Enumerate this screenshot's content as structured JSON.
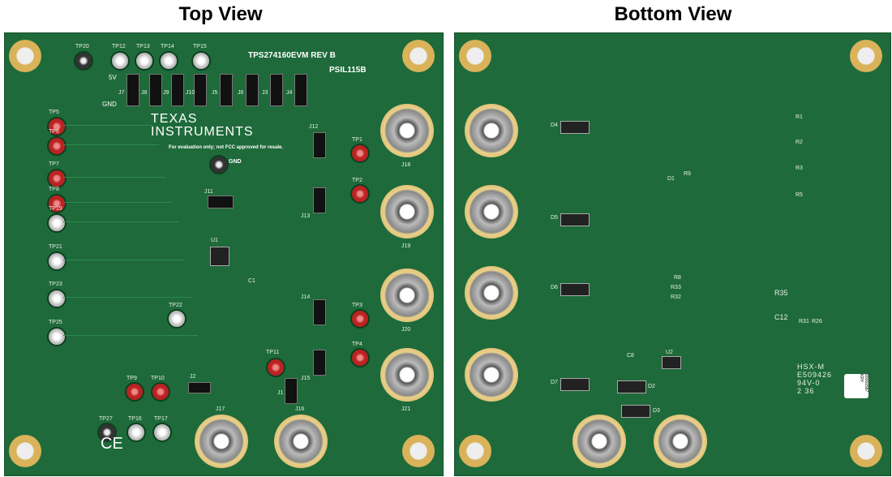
{
  "titles": {
    "top": "Top View",
    "bottom": "Bottom View"
  },
  "top_board": {
    "board_name": "TPS274160EVM REV B",
    "board_id": "PSIL115B",
    "logo": "TEXAS INSTRUMENTS",
    "disclaimer": "For evaluation only; not FCC approved for resale.",
    "gnd": "GND",
    "v5": "5V",
    "gnd2": "GND",
    "test_points_top": [
      "TP20",
      "TP12",
      "TP13",
      "TP14",
      "TP15"
    ],
    "jumpers_top": [
      "J7",
      "J8",
      "J9",
      "J10",
      "J5",
      "J6",
      "J3",
      "J4"
    ],
    "test_points_left": [
      "TP5",
      "TP6",
      "TP7",
      "TP8",
      "TP19",
      "TP21",
      "TP23",
      "TP25"
    ],
    "right_labels": [
      "J12",
      "TP1",
      "TP2",
      "J13",
      "J14",
      "TP3",
      "TP4",
      "J15",
      "TP11",
      "J1"
    ],
    "jacks": [
      "J18",
      "J19",
      "J20",
      "J21",
      "J17",
      "J16"
    ],
    "misc": [
      "J11",
      "U1",
      "C1",
      "TP22",
      "TP9",
      "TP10",
      "J2",
      "TP27",
      "TP16",
      "TP17"
    ],
    "ce": "CE"
  },
  "bottom_board": {
    "parts": [
      "D4",
      "D5",
      "D6",
      "D7",
      "D1",
      "R9",
      "D2",
      "D3",
      "U2",
      "C8",
      "R1",
      "R2",
      "R3",
      "R5",
      "R8",
      "R33",
      "R32",
      "R35",
      "C12",
      "R31",
      "R26"
    ],
    "marking": [
      "HSX-M",
      "E509426",
      "94V-0",
      "2 36"
    ],
    "label_code": "20061587 KRY"
  }
}
